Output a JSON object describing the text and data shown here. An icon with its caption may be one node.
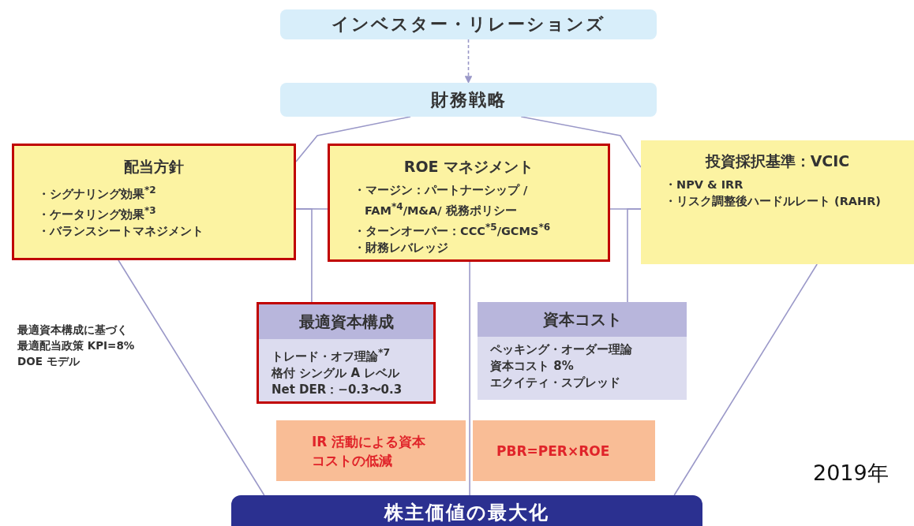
{
  "diagram": {
    "nodes": [
      {
        "text": [
          "インベスター・リレーションズ"
        ]
      },
      {
        "text": [
          "財務戦略"
        ]
      },
      {
        "text": [
          "配当方針",
          "・シグナリング効果$^{*2}$",
          "・ケータリング効果$^{*3}$",
          "・バランスシートマネジメント"
        ]
      },
      {
        "text": [
          "ROE マネジメント",
          "・マージン：パートナーシップ / FAM$^{*4}$/M&A/ 税務ポリシー",
          "・ターンオーバー：CCC$^{*5}$/GCMS$^{*6}$",
          "・財務レバレッジ"
        ]
      },
      {
        "text": [
          "投資採択基準：VCIC",
          "・NPV & IRR",
          "・リスク調整後ハードルレート (RAHR)"
        ]
      },
      {
        "text": [
          "最適資本構成",
          "トレード・オフ理論$^{*7}$",
          "格付 シングル A レベル",
          "Net DER：−0.3〜0.3"
        ]
      },
      {
        "text": [
          "資本コスト",
          "ペッキング・オーダー理論",
          "資本コスト 8%",
          "エクイティ・スプレッド"
        ]
      },
      {
        "text": [
          "IR 活動による資本コストの低減"
        ]
      },
      {
        "text": [
          "PBR=PER×ROE"
        ]
      },
      {
        "text": [
          "株主価値の最大化"
        ]
      }
    ],
    "edges": [
      {
        "from": 0,
        "to": 1,
        "arrow": "to",
        "style": "dashed"
      },
      {
        "from": 1,
        "to": 2,
        "arrow": "none"
      },
      {
        "from": 1,
        "to": 4,
        "arrow": "none"
      },
      {
        "from": 2,
        "to": 3,
        "arrow": "none"
      },
      {
        "from": 3,
        "to": 4,
        "arrow": "none"
      },
      {
        "from": 2,
        "to": 5,
        "arrow": "none"
      },
      {
        "from": 4,
        "to": 6,
        "arrow": "none"
      },
      {
        "from": 3,
        "to": 9,
        "arrow": "none"
      },
      {
        "from": 2,
        "to": 9,
        "arrow": "none"
      },
      {
        "from": 4,
        "to": 9,
        "arrow": "none"
      }
    ],
    "labels": [
      "最適資本構成に基づく最適配当政策 KPI=8% DOE モデル",
      "2019年"
    ]
  }
}
